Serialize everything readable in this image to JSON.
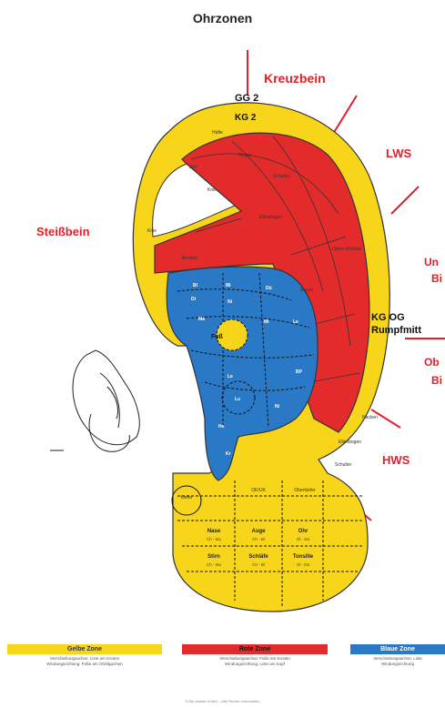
{
  "title": "Ohrzonen",
  "labels": {
    "kreuzbein": "Kreuzbein",
    "lws": "LWS",
    "steissbein": "Steißbein",
    "un_bi": "Un\nBi",
    "ob_bi": "Ob\nBi",
    "hws": "HWS",
    "kg_og_a": "KG OG",
    "kg_og_b": "Rumpfmitt",
    "gg2": "GG 2",
    "kg2": "KG 2",
    "fuss": "Fuß"
  },
  "grid": {
    "row1": [
      "Kiefer",
      "OK/UK",
      "Oberkiefer"
    ],
    "row2": [
      "Nase",
      "Auge",
      "Ohr"
    ],
    "row2_sub": [
      "Ch - Mu",
      "Ch - Bl",
      "Gl - Dü"
    ],
    "row3": [
      "Stirn",
      "Schläfe",
      "Tonsille"
    ],
    "row3_sub": [
      "Ch - Mu",
      "Ch - Bl",
      "Gl - Dü"
    ]
  },
  "legend": [
    {
      "label": "Gelbe Zone",
      "desc": "Verschiebungsachse: Liste am Knoten\nWindungsrichtung: Füße am Ohrläppchen",
      "color": "#f7d51b"
    },
    {
      "label": "Rote Zone",
      "desc": "Verschiebungsachse: Füße am Knoten\nWindungsrichtung: Liste am Kopf",
      "color": "#e32b2b"
    },
    {
      "label": "Blaue Zone",
      "desc": "Verschiebungsachse: Liste\nWindungsrichtung",
      "color": "#2a79c6"
    }
  ],
  "copyright": "© Bio-Institut GmbH – Alle Rechte vorbehalten"
}
